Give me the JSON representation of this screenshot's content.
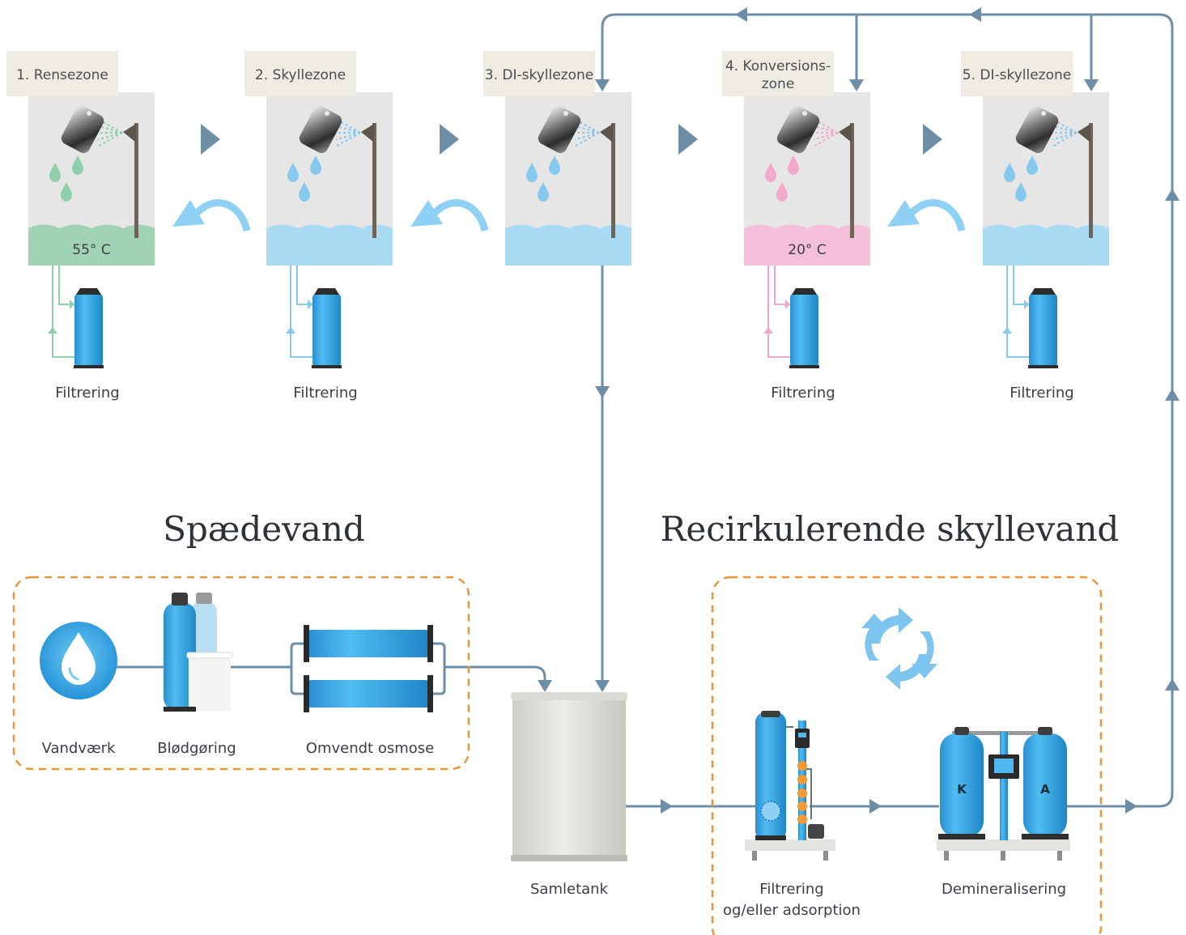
{
  "zones": [
    {
      "label_lines": [
        "1. Rensezone"
      ],
      "temperature": "55° C",
      "liquid_color": "#9fd3b4",
      "drop_color": "#8fcfaa",
      "filter_label": "Filtrering"
    },
    {
      "label_lines": [
        "2. Skyllezone"
      ],
      "temperature": "",
      "liquid_color": "#a9dcf4",
      "drop_color": "#86c8ee",
      "filter_label": "Filtrering"
    },
    {
      "label_lines": [
        "3. DI-skyllezone"
      ],
      "temperature": "",
      "liquid_color": "#a9dcf4",
      "drop_color": "#86c8ee",
      "filter_label": ""
    },
    {
      "label_lines": [
        "4. Konversions-",
        "zone"
      ],
      "temperature": "20° C",
      "liquid_color": "#f4bfd9",
      "drop_color": "#f3a9cc",
      "filter_label": "Filtrering"
    },
    {
      "label_lines": [
        "5. DI-skyllezone"
      ],
      "temperature": "",
      "liquid_color": "#a9dcf4",
      "drop_color": "#86c8ee",
      "filter_label": "Filtrering"
    }
  ],
  "sections": {
    "makeup_title": "Spædevand",
    "recirc_title": "Recirkulerende skyllevand"
  },
  "equipment": {
    "waterworks": "Vandværk",
    "softening": "Blødgøring",
    "reverse_osmosis": "Omvendt osmose",
    "collection_tank": "Samletank",
    "filtration_lines": [
      "Filtrering",
      "og/eller adsorption"
    ],
    "demineralisation": "Demineralisering",
    "cation_letter": "K",
    "anion_letter": "A"
  },
  "colors": {
    "pipe": "#6e8ea8",
    "accent_orange": "#e8963a",
    "equipment_blue": "#2fa3e0",
    "zone_bg": "#e6e6e6",
    "label_bg": "#efede2"
  }
}
